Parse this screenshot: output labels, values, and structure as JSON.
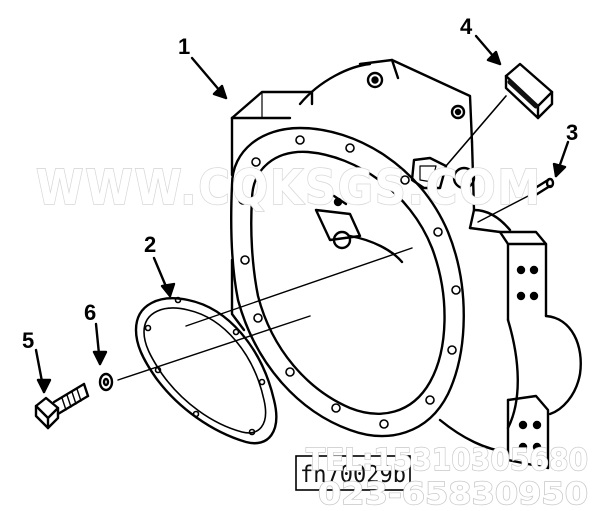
{
  "callouts": [
    {
      "id": "1",
      "part": "flywheel-housing"
    },
    {
      "id": "2",
      "part": "gasket"
    },
    {
      "id": "3",
      "part": "pin"
    },
    {
      "id": "4",
      "part": "cover-plate"
    },
    {
      "id": "5",
      "part": "bolt"
    },
    {
      "id": "6",
      "part": "washer"
    }
  ],
  "watermark": {
    "site": "WWW.CQKSGS.COM",
    "tel": "TEL:15310305680",
    "phone": "023-65830950"
  },
  "figure_id": "fh70029b"
}
